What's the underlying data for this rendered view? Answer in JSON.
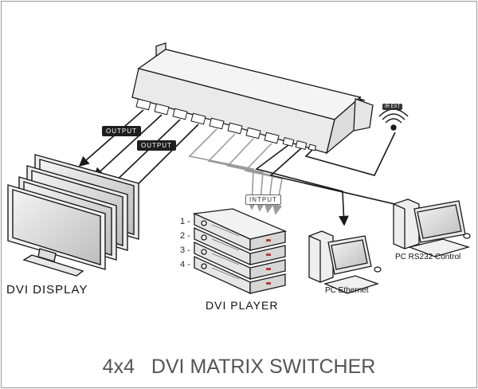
{
  "diagram": {
    "title": "4x4   DVI MATRIX SWITCHER",
    "labels": {
      "dvi_display": "DVI DISPLAY",
      "dvi_player": "DVI PLAYER",
      "pc_ethernet": "PC Ethernet",
      "pc_rs232": "PC RS232 Control"
    },
    "tags": {
      "output_1": "OUTPUT",
      "output_2": "OUTPUT",
      "input": "INTPUT",
      "ir_ext": "IR EXT"
    },
    "player_numbers": [
      "1 -",
      "2 -",
      "3 -",
      "4 -"
    ]
  },
  "colors": {
    "line": "#1a1a1a",
    "input_cable": "#9a9a9a",
    "screen": "#d8d8d8",
    "accent": "#c0392b"
  },
  "icons": [
    "matrix-switcher-icon",
    "dvi-display-icon",
    "dvi-player-icon",
    "desktop-pc-icon",
    "ir-sensor-icon"
  ]
}
